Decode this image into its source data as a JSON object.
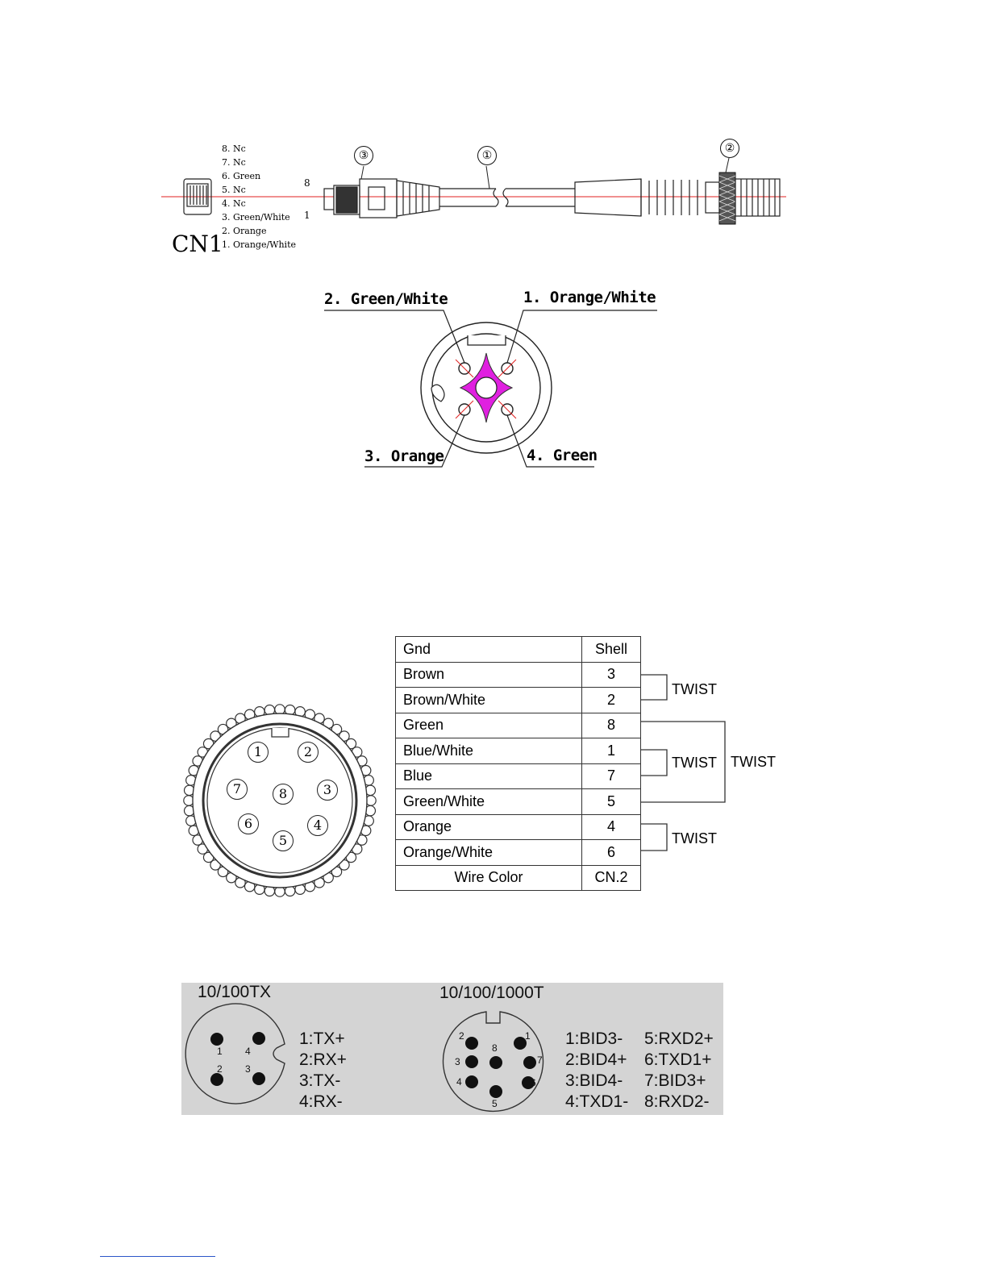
{
  "cable": {
    "cn1_pins": [
      "8. Nc",
      "7. Nc",
      "6. Green",
      "5. Nc",
      "4. Nc",
      "3. Green/White",
      "2. Orange",
      "1. Orange/White"
    ],
    "cn1_label": "CN1",
    "rj45_pin_top": "8",
    "rj45_pin_bottom": "1",
    "callouts": [
      "③",
      "①",
      "②"
    ]
  },
  "m12": {
    "labels": [
      "2. Green/White",
      "1. Orange/White",
      "3. Orange",
      "4. Green"
    ],
    "colors": {
      "cross": "#e020e0",
      "crosshair": "#e02020"
    }
  },
  "connector8": {
    "pins": [
      "1",
      "2",
      "3",
      "4",
      "5",
      "6",
      "7",
      "8"
    ]
  },
  "wiring_table": {
    "rows": [
      [
        "Gnd",
        "Shell"
      ],
      [
        "Brown",
        "3"
      ],
      [
        "Brown/White",
        "2"
      ],
      [
        "Green",
        "8"
      ],
      [
        "Blue/White",
        "1"
      ],
      [
        "Blue",
        "7"
      ],
      [
        "Green/White",
        "5"
      ],
      [
        "Orange",
        "4"
      ],
      [
        "Orange/White",
        "6"
      ]
    ],
    "footer": [
      "Wire Color",
      "CN.2"
    ],
    "twist_labels": [
      "TWIST",
      "TWIST",
      "TWIST",
      "TWIST"
    ]
  },
  "pinout": {
    "left_title": "10/100TX",
    "left_defs": [
      "1:TX+",
      "2:RX+",
      "3:TX-",
      "4:RX-"
    ],
    "left_pins": [
      "1",
      "4",
      "2",
      "3"
    ],
    "right_title": "10/100/1000T",
    "right_defs_col1": [
      "1:BID3-",
      "2:BID4+",
      "3:BID4-",
      "4:TXD1-"
    ],
    "right_defs_col2": [
      "5:RXD2+",
      "6:TXD1+",
      "7:BID3+",
      "8:RXD2-"
    ],
    "right_pins": [
      "2",
      "8",
      "1",
      "3",
      "7",
      "4",
      "6",
      "5"
    ],
    "background": "#d4d4d4"
  }
}
